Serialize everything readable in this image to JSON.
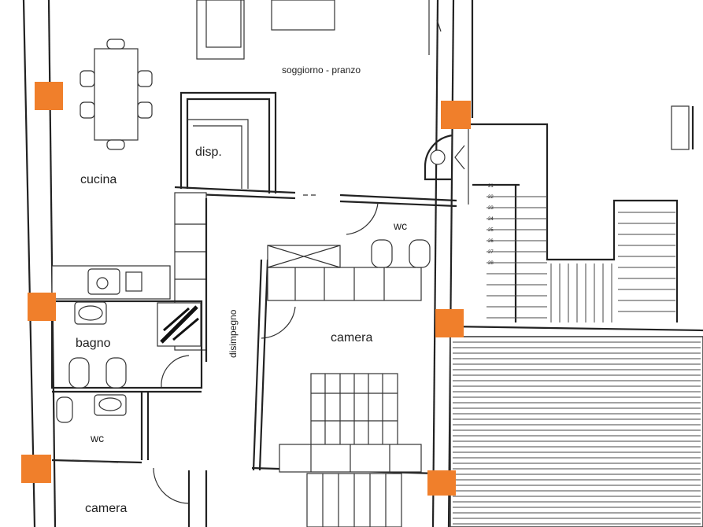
{
  "rooms": {
    "soggiorno": "soggiorno - pranzo",
    "cucina": "cucina",
    "disp": "disp.",
    "wc_top": "wc",
    "disimpegno": "disimpegno",
    "camera_main": "camera",
    "bagno": "bagno",
    "wc_bottom": "wc",
    "camera_bottom": "camera"
  },
  "colors": {
    "column": "#f07f2b",
    "wall": "#222222",
    "background": "#ffffff"
  },
  "icons": {
    "structural_column": "orange-square",
    "shower": "shower-tray",
    "toilet": "toilet",
    "sink": "washbasin",
    "stairs": "staircase"
  },
  "stair_numbers": [
    "21",
    "22",
    "23",
    "24",
    "25",
    "26",
    "27",
    "28"
  ]
}
